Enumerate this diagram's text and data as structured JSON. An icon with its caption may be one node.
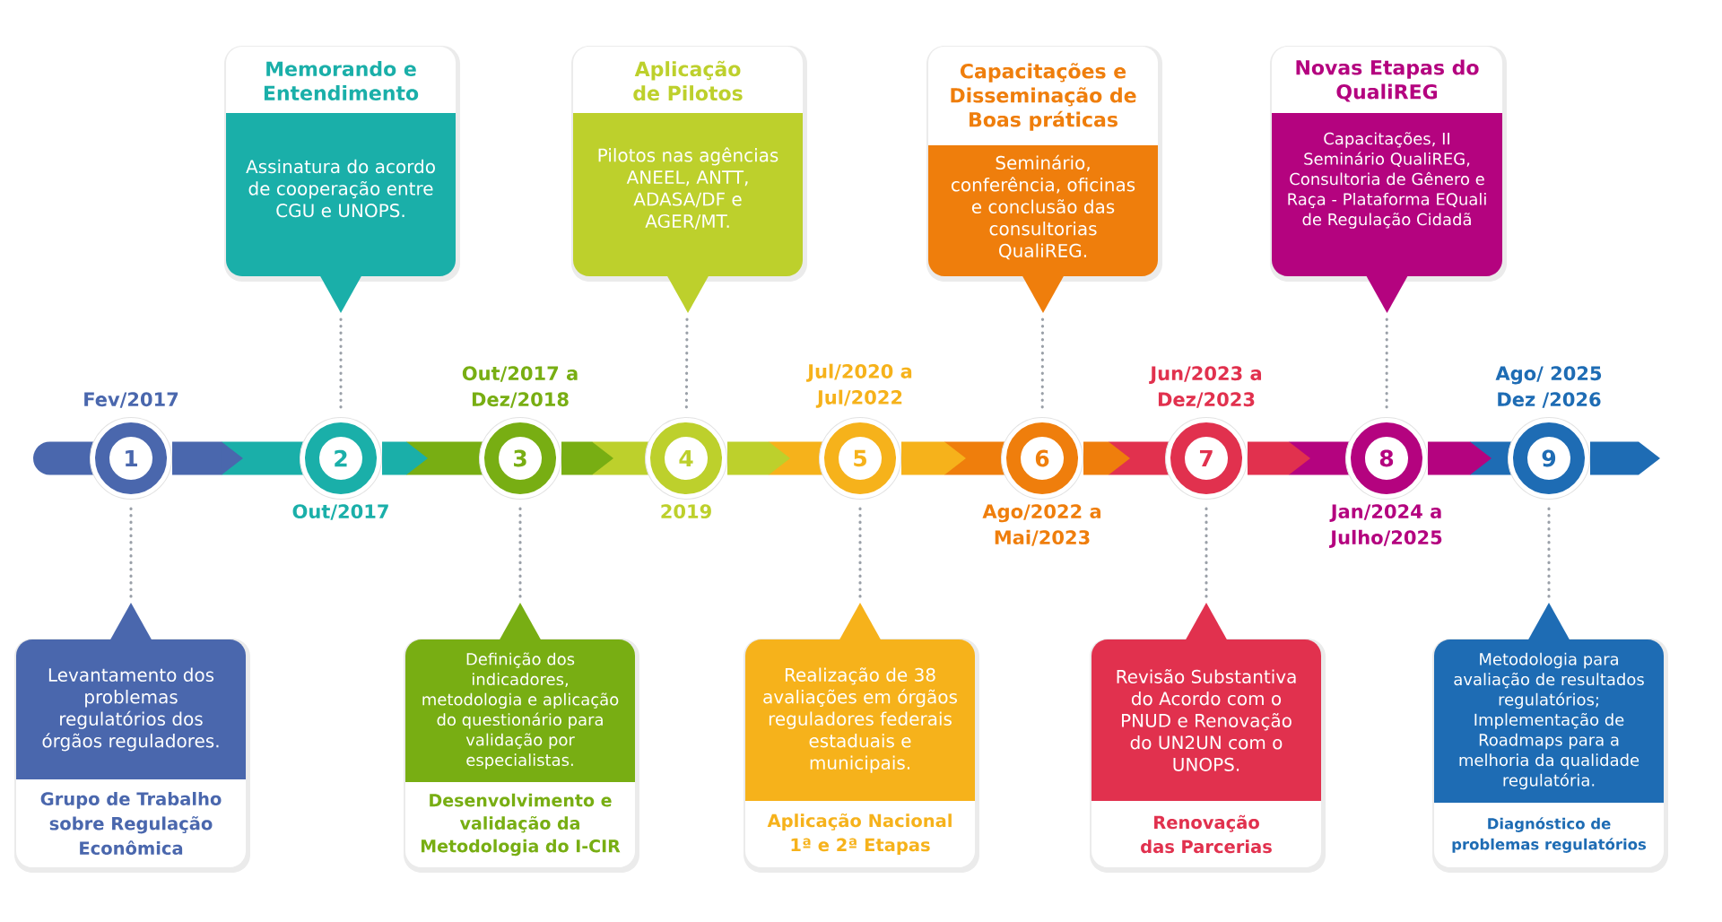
{
  "diagram": {
    "nodes": [
      {
        "text": [
          "Memorando e Entendimento",
          "Assinatura do acordo de cooperação entre CGU e UNOPS."
        ]
      },
      {
        "text": [
          "Aplicação de Pilotos",
          "Pilotos nas agências ANEEL, ANTT, ADASA/DF e AGER/MT."
        ]
      },
      {
        "text": [
          "Capacitações e Disseminação de Boas práticas",
          "Seminário, conferência, oficinas e conclusão das consultorias QualiREG."
        ]
      },
      {
        "text": [
          "Novas Etapas do QualiREG",
          "Capacitações, II Seminário QualiREG, Consultoria de Gênero e Raça - Plataforma EQuali de Regulação Cidadã"
        ]
      },
      {
        "text": [
          "1"
        ],
        "beside": [
          "Fev/2017"
        ]
      },
      {
        "text": [
          "2"
        ],
        "beside": [
          "Out/2017"
        ]
      },
      {
        "text": [
          "3"
        ],
        "beside": [
          "Out/2017 a Dez/2018"
        ]
      },
      {
        "text": [
          "4"
        ],
        "beside": [
          "2019"
        ]
      },
      {
        "text": [
          "5"
        ],
        "beside": [
          "Jul/2020 a Jul/2022"
        ]
      },
      {
        "text": [
          "6"
        ],
        "beside": [
          "Ago/2022 a Mai/2023"
        ]
      },
      {
        "text": [
          "7"
        ],
        "beside": [
          "Jun/2023 a Dez/2023"
        ]
      },
      {
        "text": [
          "8"
        ],
        "beside": [
          "Jan/2024 a Julho/2025"
        ]
      },
      {
        "text": [
          "9"
        ],
        "beside": [
          "Ago/ 2025 Dez /2026"
        ]
      },
      {
        "text": [
          "Levantamento dos problemas regulatórios dos órgãos reguladores.",
          "Grupo de Trabalho sobre Regulação Econômica"
        ]
      },
      {
        "text": [
          "Definição dos indicadores, metodologia e aplicação do questionário para validação por especialistas.",
          "Desenvolvimento e validação da Metodologia do I-CIR"
        ]
      },
      {
        "text": [
          "Realização de 38 avaliações em órgãos reguladores federais estaduais e municipais.",
          "Aplicação Nacional 1ª e 2ª Etapas"
        ]
      },
      {
        "text": [
          "Revisão Substantiva do Acordo com o PNUD e Renovação do UN2UN com o UNOPS.",
          "Renovação das Parcerias"
        ]
      },
      {
        "text": [
          "Metodologia para avaliação de resultados regulatórios; Implementação de Roadmaps para a melhoria da qualidade regulatória.",
          "Diagnóstico de problemas regulatórios"
        ]
      }
    ],
    "edges": [
      {
        "from": 4,
        "to": 5,
        "arrow": "to",
        "style": "thick",
        "color": "#4a67ad"
      },
      {
        "from": 5,
        "to": 6,
        "arrow": "to",
        "style": "thick",
        "color": "#1aafa9"
      },
      {
        "from": 6,
        "to": 7,
        "arrow": "to",
        "style": "thick",
        "color": "#78ae13"
      },
      {
        "from": 7,
        "to": 8,
        "arrow": "to",
        "style": "thick",
        "color": "#bdd02c"
      },
      {
        "from": 8,
        "to": 9,
        "arrow": "to",
        "style": "thick",
        "color": "#f6b21b"
      },
      {
        "from": 9,
        "to": 10,
        "arrow": "to",
        "style": "thick",
        "color": "#ef7e0c"
      },
      {
        "from": 10,
        "to": 11,
        "arrow": "to",
        "style": "thick",
        "color": "#e1314e"
      },
      {
        "from": 11,
        "to": 12,
        "arrow": "to",
        "style": "thick",
        "color": "#b4037f"
      },
      {
        "from": 12,
        "to": null,
        "arrow": "to",
        "style": "thick",
        "color": "#1e6cb4"
      },
      {
        "from": 0,
        "to": 5,
        "arrow": "none",
        "style": "dashed",
        "color": "#9aa0a8"
      },
      {
        "from": 1,
        "to": 7,
        "arrow": "none",
        "style": "dashed",
        "color": "#9aa0a8"
      },
      {
        "from": 2,
        "to": 9,
        "arrow": "none",
        "style": "dashed",
        "color": "#9aa0a8"
      },
      {
        "from": 3,
        "to": 11,
        "arrow": "none",
        "style": "dashed",
        "color": "#9aa0a8"
      },
      {
        "from": 13,
        "to": 4,
        "arrow": "none",
        "style": "dashed",
        "color": "#9aa0a8"
      },
      {
        "from": 14,
        "to": 6,
        "arrow": "none",
        "style": "dashed",
        "color": "#9aa0a8"
      },
      {
        "from": 15,
        "to": 8,
        "arrow": "none",
        "style": "dashed",
        "color": "#9aa0a8"
      },
      {
        "from": 16,
        "to": 10,
        "arrow": "none",
        "style": "dashed",
        "color": "#9aa0a8"
      },
      {
        "from": 17,
        "to": 12,
        "arrow": "none",
        "style": "dashed",
        "color": "#9aa0a8"
      }
    ]
  }
}
